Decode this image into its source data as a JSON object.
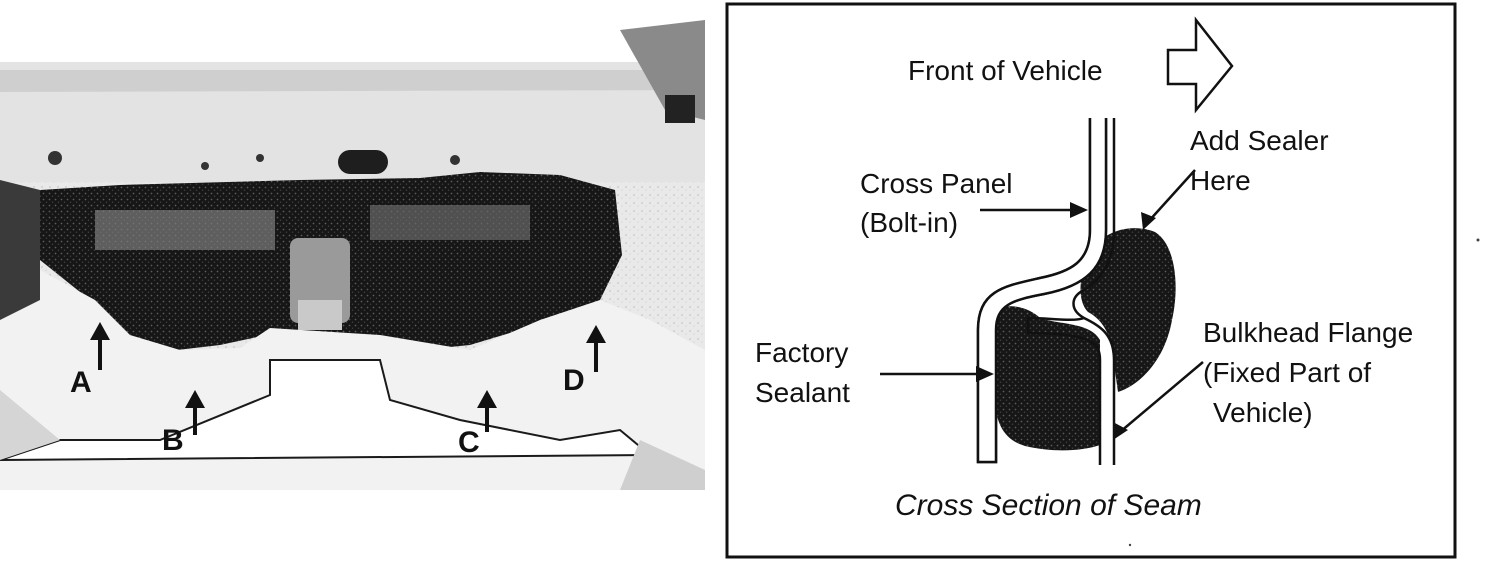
{
  "photo": {
    "markers": [
      {
        "id": "A",
        "label": "A"
      },
      {
        "id": "B",
        "label": "B"
      },
      {
        "id": "C",
        "label": "C"
      },
      {
        "id": "D",
        "label": "D"
      }
    ]
  },
  "diagram": {
    "front_label": "Front of Vehicle",
    "cross_panel_line1": "Cross Panel",
    "cross_panel_line2": "(Bolt-in)",
    "add_sealer_line1": "Add Sealer",
    "add_sealer_line2": "Here",
    "factory_sealant_line1": "Factory",
    "factory_sealant_line2": "Sealant",
    "bulkhead_line1": "Bulkhead Flange",
    "bulkhead_line2": "(Fixed Part of",
    "bulkhead_line3": "Vehicle)",
    "caption": "Cross Section of Seam"
  },
  "colors": {
    "ink": "#111111",
    "paper": "#ffffff",
    "photo_dark": "#1a1a1a"
  }
}
